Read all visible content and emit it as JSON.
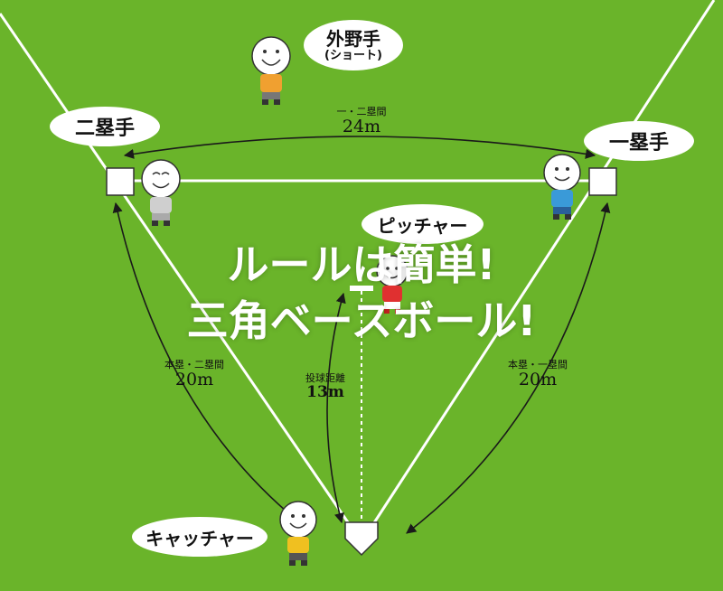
{
  "colors": {
    "field": "#6ab42a",
    "line": "#ffffff",
    "arrow": "#1a1a1a"
  },
  "labels": {
    "shortstop": {
      "main": "外野手",
      "sub": "(ショート)"
    },
    "second_baseman": "二塁手",
    "first_baseman": "一塁手",
    "pitcher": "ピッチャー",
    "catcher": "キャッチャー"
  },
  "distances": {
    "first_second": {
      "label": "一・二塁間",
      "value": "24m"
    },
    "home_second": {
      "label": "本塁・二塁間",
      "value": "20m"
    },
    "home_first": {
      "label": "本塁・一塁間",
      "value": "20m"
    },
    "pitch": {
      "label": "投球距離",
      "value": "13m"
    }
  },
  "overlay": {
    "line1": "ルールは簡単!",
    "line2": "三角ベースボール!"
  },
  "figures": [
    {
      "name": "shortstop-figure",
      "shirt": "#f0a030"
    },
    {
      "name": "second-baseman-figure",
      "shirt": "#cfcfcf"
    },
    {
      "name": "first-baseman-figure",
      "shirt": "#3a9ad8"
    },
    {
      "name": "pitcher-figure",
      "shirt": "#e03030"
    },
    {
      "name": "catcher-figure",
      "shirt": "#f0c020"
    }
  ]
}
